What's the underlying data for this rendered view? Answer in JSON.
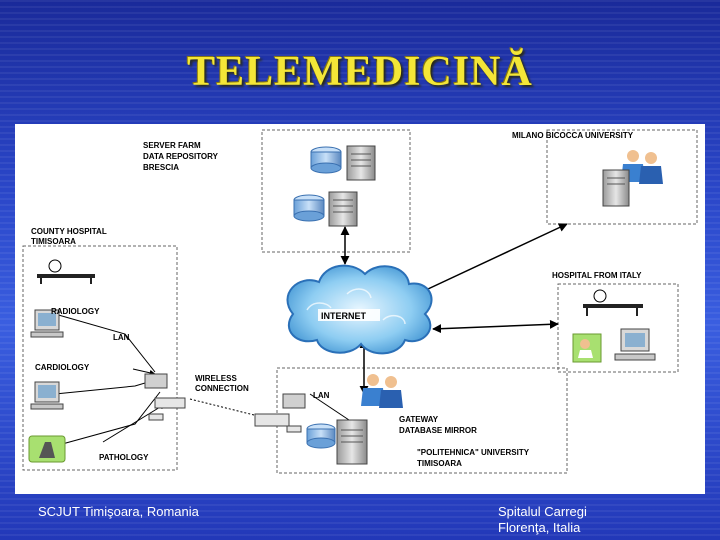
{
  "title": "TELEMEDICINĂ",
  "labels": {
    "server_farm": [
      "SERVER FARM",
      "DATA REPOSITORY",
      "BRESCIA"
    ],
    "milano": "MILANO BICOCCA  UNIVERSITY",
    "county_hospital": [
      "COUNTY HOSPITAL",
      "TIMISOARA"
    ],
    "hospital_italy": "HOSPITAL  FROM  ITALY",
    "radiology": "RADIOLOGY",
    "lan_left": "LAN",
    "internet": "INTERNET",
    "cardiology": "CARDIOLOGY",
    "wireless": [
      "WIRELESS",
      "CONNECTION"
    ],
    "lan_right": "LAN",
    "gateway": [
      "GATEWAY",
      "DATABASE MIRROR"
    ],
    "pathology": "PATHOLOGY",
    "politehnica": [
      "\"POLITEHNICA\" UNIVERSITY",
      "TIMISOARA"
    ]
  },
  "footer": {
    "left": "SCJUT Timişoara, Romania",
    "right_line1": "Spitalul Carregi",
    "right_line2": "Florenţa, Italia"
  }
}
